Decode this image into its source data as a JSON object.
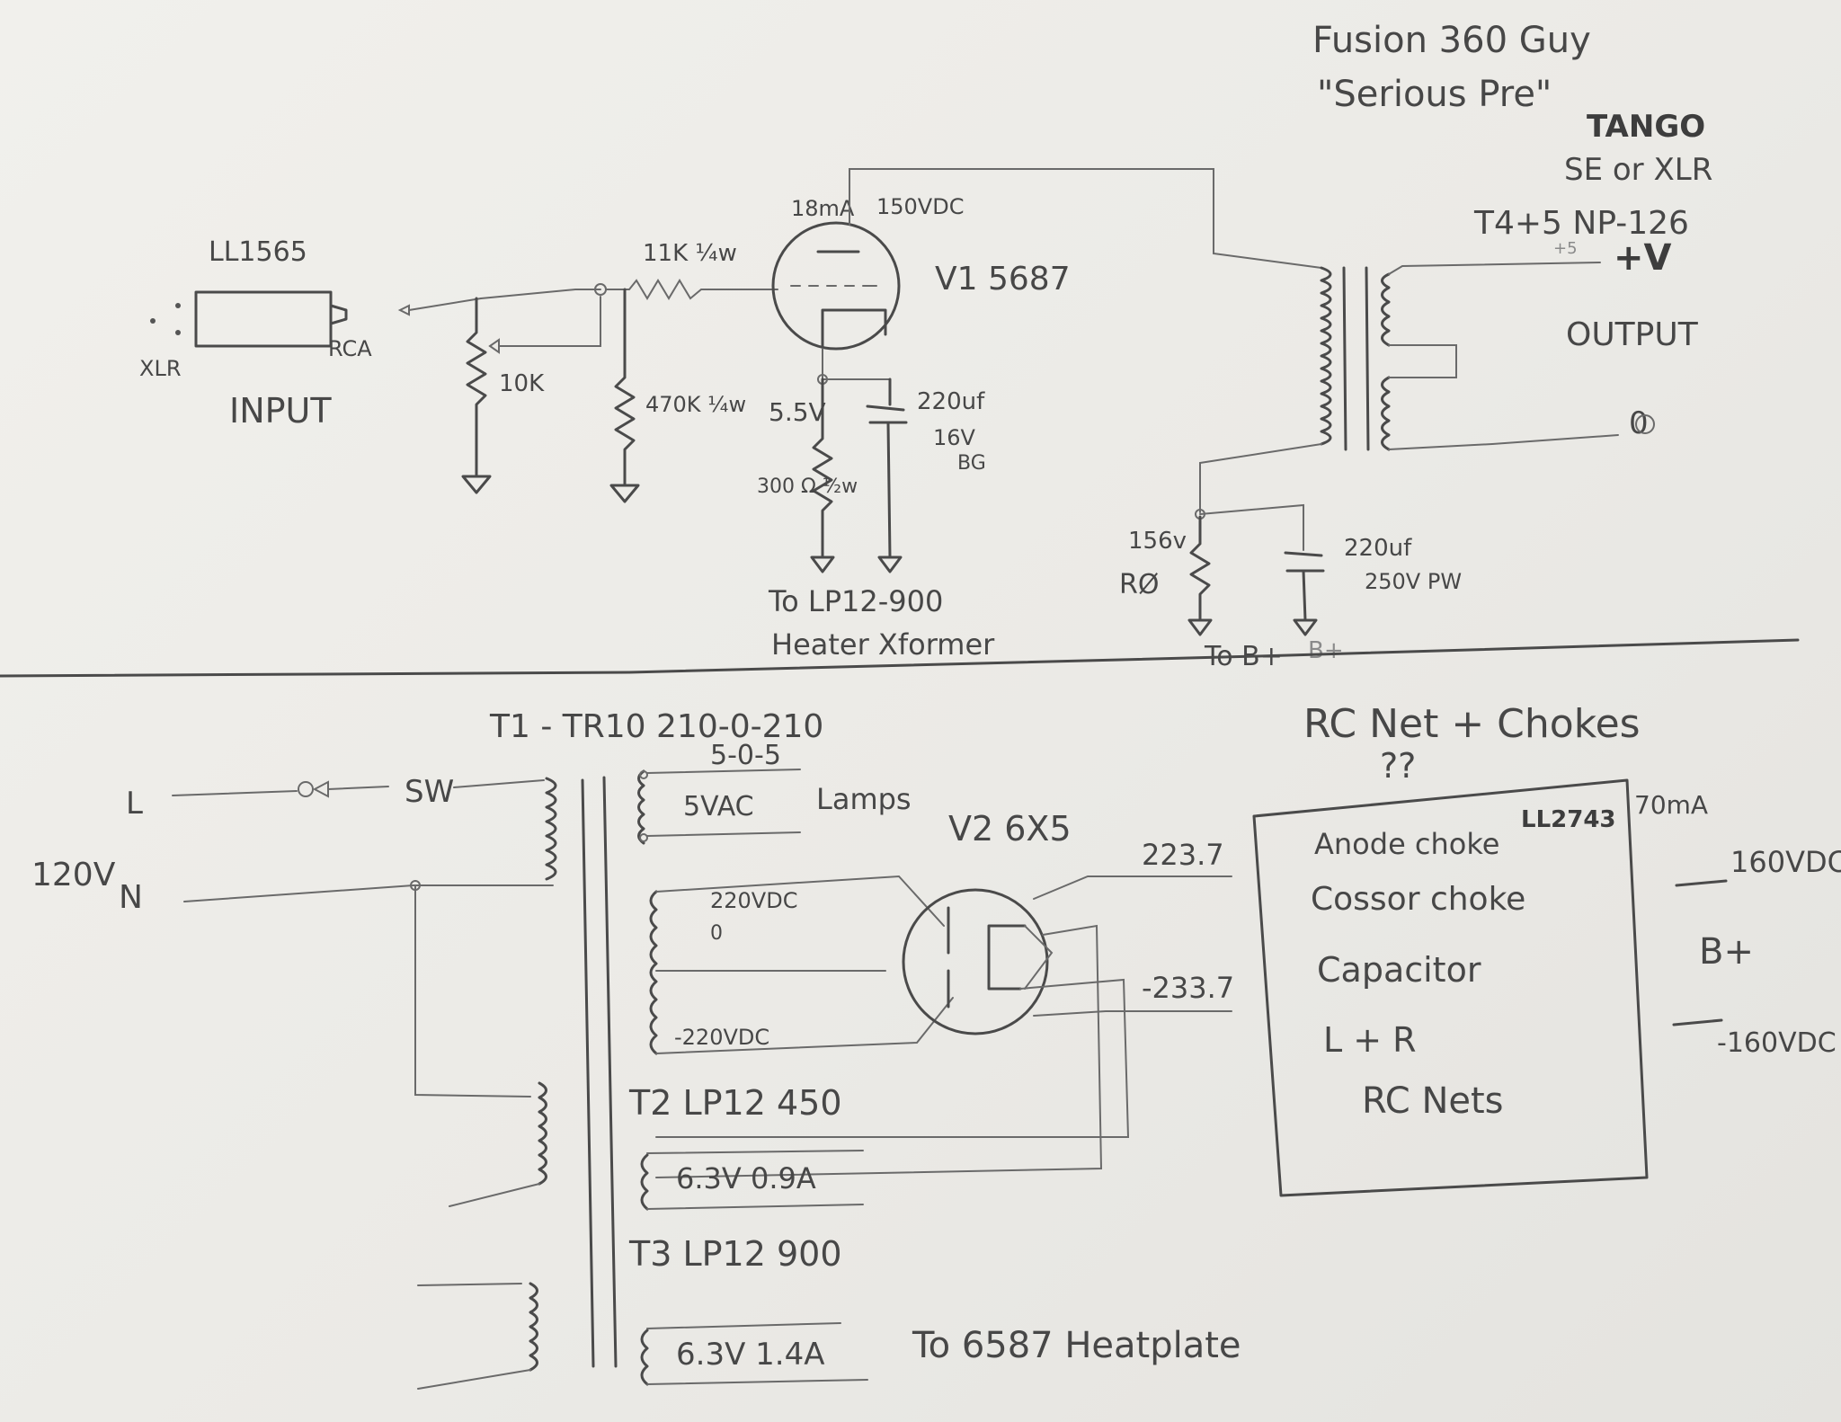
{
  "title": {
    "line1": "Fusion 360 Guy",
    "line2": "\"Serious Pre\""
  },
  "output_xfmr": {
    "brand": "TANGO",
    "mode": "SE or XLR",
    "model": "T4+5 NP-126",
    "plus_v": "+V",
    "plus_small": "+5",
    "label": "OUTPUT",
    "zero": "0"
  },
  "input": {
    "xfmr": "LL1565",
    "xlr": "XLR",
    "rca": "RCA",
    "label": "INPUT"
  },
  "stage": {
    "pot": "10K",
    "grid_r": "11K ¼w",
    "bias_r": "470K ¼w",
    "tube": "V1 5687",
    "current": "18mA",
    "plate_v": "150VDC",
    "cath_v": "5.5V",
    "cath_r": "300 Ω ½w",
    "cath_c": "220uf",
    "cath_c_v": "16V",
    "cath_c_type": "BG",
    "heater_note1": "To LP12-900",
    "heater_note2": "Heater Xformer",
    "bplus_v": "156v",
    "bplus_r": "RØ",
    "bplus_c": "220uf",
    "bplus_c_v": "250V PW",
    "to_bplus": "To B+",
    "bplus_faint": "B+"
  },
  "psu": {
    "t1": "T1 - TR10  210-0-210",
    "t1_b": "5-0-5",
    "line": "L",
    "neutral": "N",
    "mains": "120V",
    "sw": "SW",
    "lamps_v": "5VAC",
    "lamps": "Lamps",
    "hv_top": "220VDC",
    "hv_bot": "-220VDC",
    "zero": "0",
    "rect": "V2 6X5",
    "v_pos": "223.7",
    "v_neg": "-233.7",
    "t2": "T2  LP12 450",
    "t2_sec": "6.3V 0.9A",
    "t3": "T3  LP12 900",
    "t3_sec": "6.3V 1.4A",
    "heat_note": "To 6587 Heatplate"
  },
  "rc": {
    "title": "RC Net + Chokes",
    "q": "??",
    "l1": "Anode choke",
    "part": "LL2743",
    "ma": "70mA",
    "l2": "Cossor choke",
    "l3": "Capacitor",
    "l4": "L  +  R",
    "l5": "RC Nets",
    "out_pos": "160VDC",
    "bp": "B+",
    "out_neg": "-160VDC"
  }
}
